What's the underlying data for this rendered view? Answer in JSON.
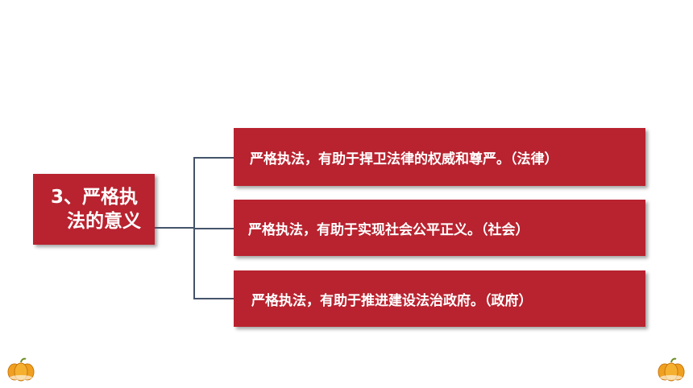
{
  "root": {
    "line1": "3、严格执",
    "line2": "法的意义"
  },
  "branches": [
    {
      "text": "严格执法，有助于捍卫法律的权威和尊严。（法律）"
    },
    {
      "text": "严格执法，有助于实现社会公平正义。（社会）"
    },
    {
      "text": "严格执法，有助于推进建设法治政府。（政府）"
    }
  ],
  "colors": {
    "box_fill": "#b8232f",
    "connector": "#44546a",
    "background": "#ffffff",
    "pumpkin": "#f0a020"
  },
  "icons": [
    "pumpkin-icon",
    "pumpkin-icon"
  ]
}
